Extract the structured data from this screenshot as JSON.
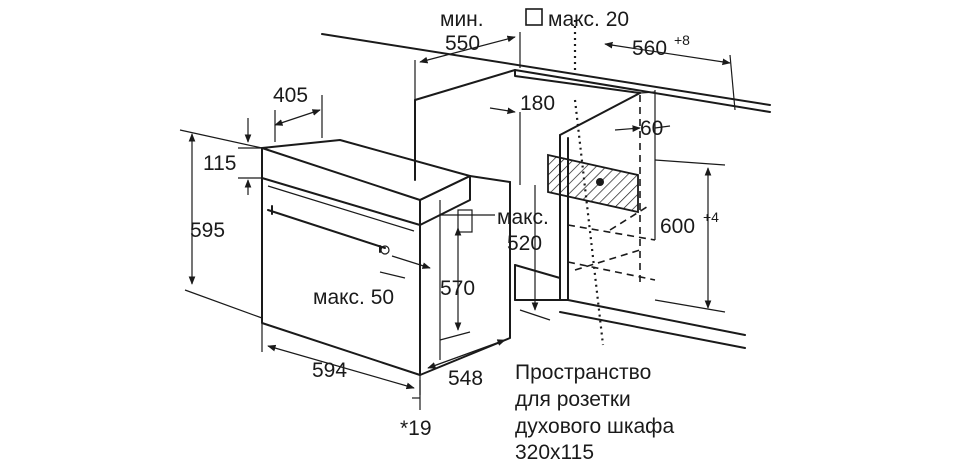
{
  "labels": {
    "min_top": "мин.",
    "d550": "550",
    "max20": "макс. 20",
    "d560": "560",
    "d560_sup": "+8",
    "d405": "405",
    "d180": "180",
    "d60": "60",
    "d115": "115",
    "d595": "595",
    "max520_a": "макс.",
    "max520_b": "520",
    "d600": "600",
    "d600_sup": "+4",
    "d570": "570",
    "max50": "макс. 50",
    "d594": "594",
    "d548": "548",
    "d19": "*19",
    "socket_1": "Пространство",
    "socket_2": "для розетки",
    "socket_3": "духового шкафа",
    "socket_4": "320x115"
  }
}
